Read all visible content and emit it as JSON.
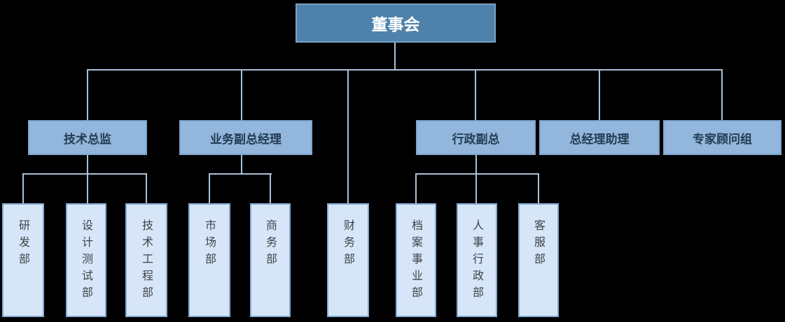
{
  "diagram": {
    "type": "org-chart",
    "background": "#000000",
    "hierarchy": {
      "root": "董事会",
      "branches": [
        {
          "label": "技术总监",
          "children": [
            "研发部",
            "设计测试部",
            "技术工程部"
          ]
        },
        {
          "label": "业务副总经理",
          "children": [
            "市场部",
            "商务部"
          ]
        },
        {
          "label": "财务部",
          "children": []
        },
        {
          "label": "行政副总",
          "children": [
            "档案事业部",
            "人事行政部",
            "客服部"
          ]
        },
        {
          "label": "总经理助理",
          "children": []
        },
        {
          "label": "专家顾问组",
          "children": []
        }
      ]
    }
  },
  "nodes": {
    "board": "董事会",
    "tech_director": "技术总监",
    "biz_deputy_gm": "业务副总经理",
    "admin_deputy": "行政副总",
    "gm_assistant": "总经理助理",
    "expert_advisors": "专家顾问组",
    "rnd_dept": "研发部",
    "design_test_dept": "设计测试部",
    "tech_eng_dept": "技术工程部",
    "marketing_dept": "市场部",
    "commerce_dept": "商务部",
    "finance_dept": "财务部",
    "archives_dept": "档案事业部",
    "hr_admin_dept": "人事行政部",
    "customer_service_dept": "客服部"
  },
  "colors": {
    "root_fill": "#4e82ab",
    "level2_fill": "#92b6dc",
    "level3_fill": "#d6e6f8",
    "connector": "#a9c2da",
    "root_text": "#ffffff",
    "level2_text": "#233c52",
    "level3_text": "#3e4347",
    "background": "#000000"
  }
}
